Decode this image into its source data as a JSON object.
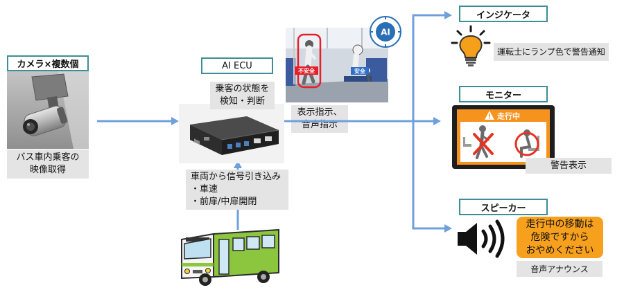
{
  "camera": {
    "label": "カメラ×複数個",
    "caption": [
      "バス車内乗客の",
      "映像取得"
    ]
  },
  "ecu": {
    "label": "AI ECU",
    "description": [
      "乗客の状態を",
      "検知・判断"
    ]
  },
  "detection_scene": {
    "ai_badge": "AI",
    "unsafe_tag": "不安全",
    "safe_tag": "安全"
  },
  "instruction": [
    "表示指示、",
    "音声指示"
  ],
  "vehicle_signal": {
    "title": "車両から信号引き込み",
    "items": [
      "・車速",
      "・前扉/中扉開閉"
    ]
  },
  "outputs": {
    "indicator": {
      "label": "インジケータ",
      "description": "運転士にランプ色で警告通知"
    },
    "monitor": {
      "label": "モニター",
      "screen_title": "走行中",
      "caption": "警告表示"
    },
    "speaker": {
      "label": "スピーカー",
      "message": [
        "走行中の移動は",
        "危険ですから",
        "おやめください"
      ],
      "caption": "音声アナウンス"
    }
  },
  "colors": {
    "label_border": "#3a8f96",
    "arrow": "#6f9fdc",
    "note_bg": "#e4e4e4",
    "warning_orange": "#f7a01e",
    "unsafe_red": "#e5202a",
    "safe_blue": "#2f6fc5",
    "bus_green": "#8cc63f"
  }
}
